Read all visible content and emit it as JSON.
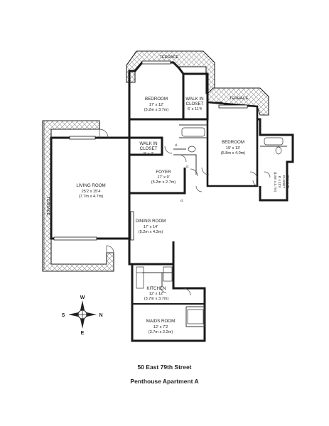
{
  "plan": {
    "terraces": {
      "top": "TERRACE",
      "right": "TERRACE",
      "left": "TERRACE"
    },
    "rooms": {
      "bedroom1": {
        "name": "BEDROOM",
        "size_imperial": "17' x 12'",
        "size_metric": "(5.2m x 3.7m)"
      },
      "walk_in_closet_top": {
        "name_line1": "WALK IN",
        "name_line2": "CLOSET",
        "size_imperial": "6' x 11'4"
      },
      "bedroom2": {
        "name": "BEDROOM",
        "size_imperial": "19' x 13'",
        "size_metric": "(5.8m x 4.0m)"
      },
      "walk_in_closet_mid": {
        "name_line1": "WALK IN",
        "name_line2": "CLOSET",
        "size_imperial": "9' x 4'"
      },
      "walk_in_closet_right": {
        "name_line1": "WALK IN",
        "name_line2": "CLOSET",
        "size_imperial": "6' x 11'4",
        "size_metric": "(1.8m x 3.7m)"
      },
      "foyer": {
        "name": "FOYER",
        "size_imperial": "17' x 9'",
        "size_metric": "(5.2m x 2.7m)"
      },
      "living_room": {
        "name": "LIVING ROOM",
        "size_imperial": "25'2 x 15'4",
        "size_metric": "(7.7m x 4.7m)"
      },
      "dining_room": {
        "name": "DINING ROOM",
        "size_imperial": "17' x 14'",
        "size_metric": "(5.2m x 4.3m)"
      },
      "kitchen": {
        "name": "KITCHEN",
        "size_imperial": "12' x 12'",
        "size_metric": "(3.7m x 3.7m)"
      },
      "maids_room": {
        "name": "MAIDS ROOM",
        "size_imperial": "12' x 7'2",
        "size_metric": "(3.7m x 2.2m)"
      }
    },
    "closet_labels": {
      "c1": "cl.",
      "c2": "cl.",
      "c3": "cl."
    }
  },
  "compass": {
    "top": "W",
    "bottom": "E",
    "left": "S",
    "right": "N"
  },
  "caption": {
    "address": "50 East 79th Street",
    "unit": "Penthouse Apartment A"
  }
}
